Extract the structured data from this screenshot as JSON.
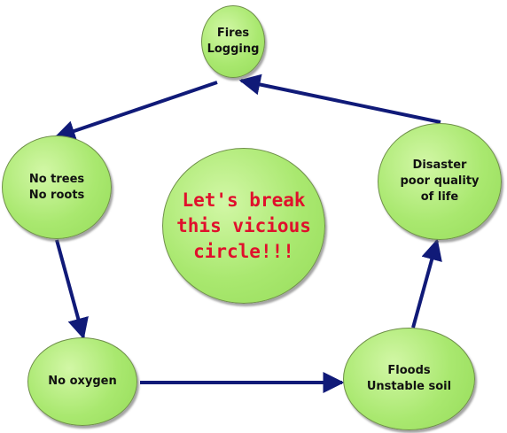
{
  "colors": {
    "node_fill": "#a9e86f",
    "arrow": "#101a78",
    "center_text": "#e0102c",
    "node_text": "#111111"
  },
  "nodes": {
    "fires": {
      "line1": "Fires",
      "line2": "Logging"
    },
    "trees": {
      "line1": "No trees",
      "line2": "No roots"
    },
    "oxygen": {
      "line1": "No oxygen"
    },
    "floods": {
      "line1": "Floods",
      "line2": "Unstable soil"
    },
    "disaster": {
      "line1": "Disaster",
      "line2": "poor quality",
      "line3": "of life"
    }
  },
  "center": {
    "line1": "Let's break",
    "line2": "this vicious",
    "line3": "circle!!!"
  }
}
